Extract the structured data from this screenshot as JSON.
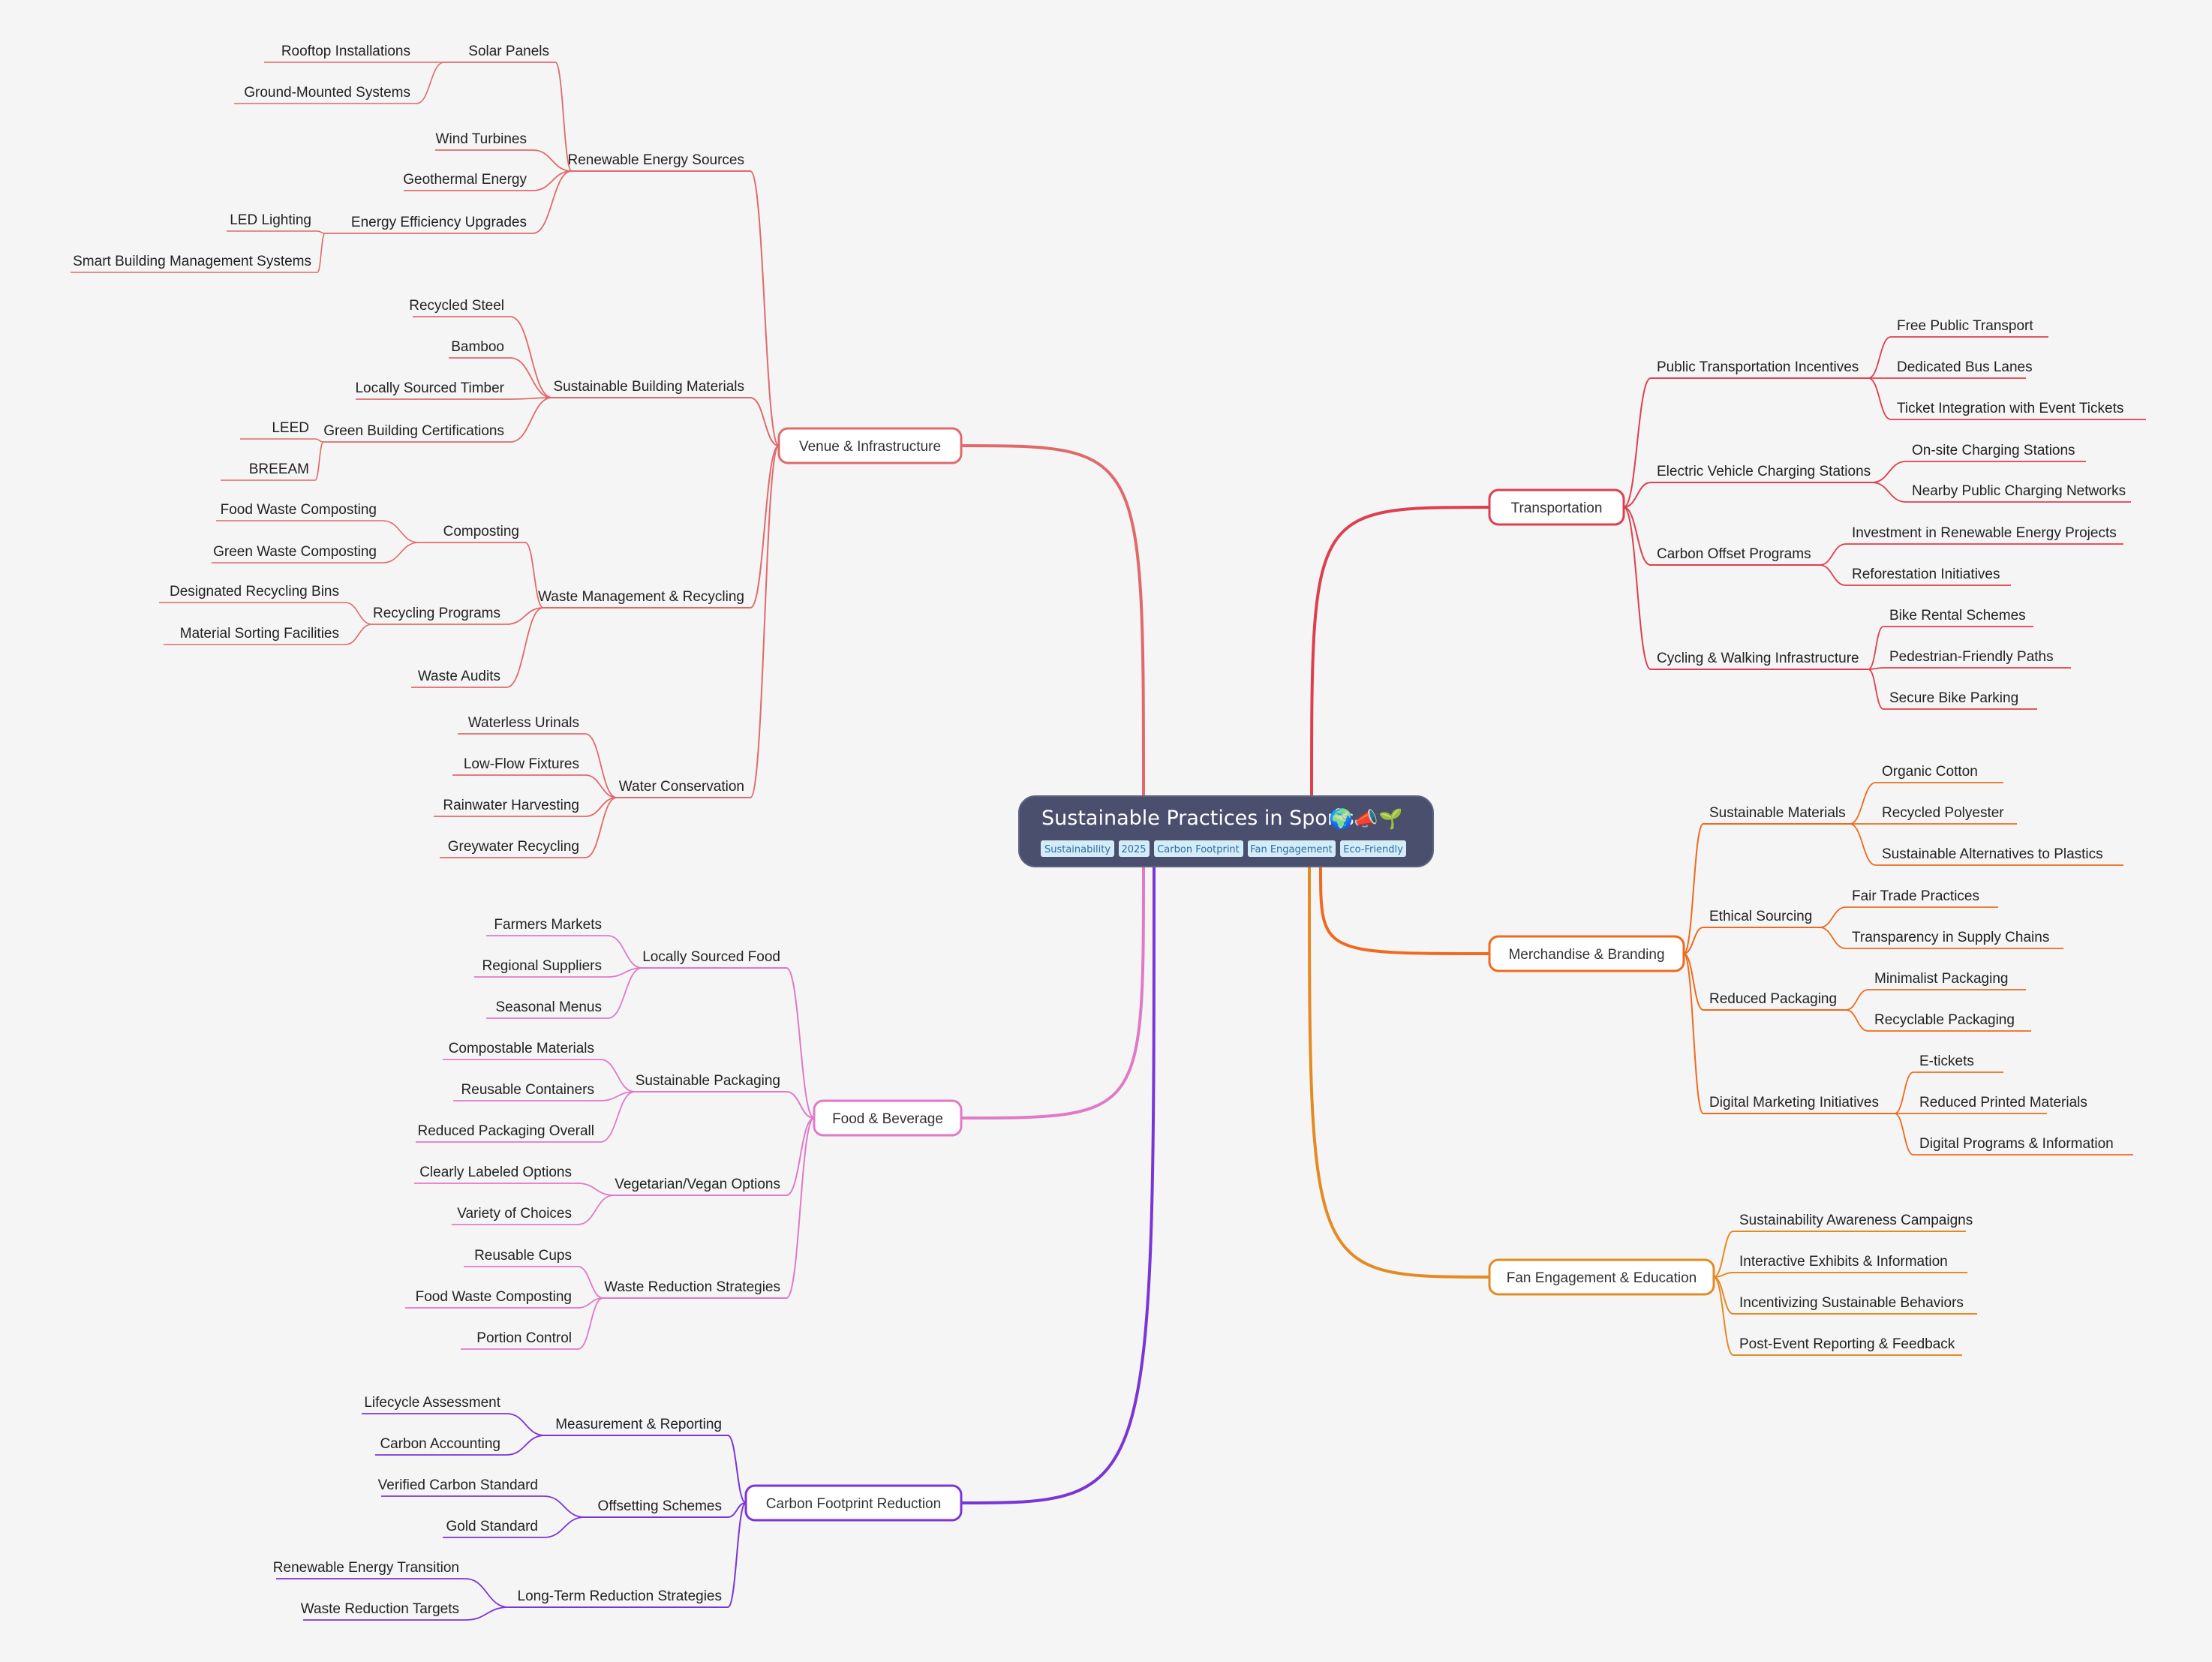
{
  "root": {
    "title": "Sustainable Practices in Sports",
    "emoji": [
      "🌍",
      "📣",
      "🌱"
    ],
    "tags": [
      "Sustainability",
      "2025",
      "Carbon Footprint",
      "Fan Engagement",
      "Eco-Friendly"
    ]
  },
  "branches": [
    {
      "label": "Venue & Infrastructure",
      "color": "#e06a6a",
      "children": [
        {
          "label": "Renewable Energy Sources",
          "children": [
            {
              "label": "Solar Panels",
              "children": [
                {
                  "label": "Rooftop Installations"
                },
                {
                  "label": "Ground-Mounted Systems"
                }
              ]
            },
            {
              "label": "Wind Turbines"
            },
            {
              "label": "Geothermal Energy"
            },
            {
              "label": "Energy Efficiency Upgrades",
              "children": [
                {
                  "label": "LED Lighting"
                },
                {
                  "label": "Smart Building Management Systems"
                }
              ]
            }
          ]
        },
        {
          "label": "Sustainable Building Materials",
          "children": [
            {
              "label": "Recycled Steel"
            },
            {
              "label": "Bamboo"
            },
            {
              "label": "Locally Sourced Timber"
            },
            {
              "label": "Green Building Certifications",
              "children": [
                {
                  "label": "LEED"
                },
                {
                  "label": "BREEAM"
                }
              ]
            }
          ]
        },
        {
          "label": "Waste Management & Recycling",
          "children": [
            {
              "label": "Composting",
              "children": [
                {
                  "label": "Food Waste Composting"
                },
                {
                  "label": "Green Waste Composting"
                }
              ]
            },
            {
              "label": "Recycling Programs",
              "children": [
                {
                  "label": "Designated Recycling Bins"
                },
                {
                  "label": "Material Sorting Facilities"
                }
              ]
            },
            {
              "label": "Waste Audits"
            }
          ]
        },
        {
          "label": "Water Conservation",
          "children": [
            {
              "label": "Waterless Urinals"
            },
            {
              "label": "Low-Flow Fixtures"
            },
            {
              "label": "Rainwater Harvesting"
            },
            {
              "label": "Greywater Recycling"
            }
          ]
        }
      ]
    },
    {
      "label": "Food & Beverage",
      "color": "#e07ac8",
      "children": [
        {
          "label": "Locally Sourced Food",
          "children": [
            {
              "label": "Farmers Markets"
            },
            {
              "label": "Regional Suppliers"
            },
            {
              "label": "Seasonal Menus"
            }
          ]
        },
        {
          "label": "Sustainable Packaging",
          "children": [
            {
              "label": "Compostable Materials"
            },
            {
              "label": "Reusable Containers"
            },
            {
              "label": "Reduced Packaging Overall"
            }
          ]
        },
        {
          "label": "Vegetarian/Vegan Options",
          "children": [
            {
              "label": "Clearly Labeled Options"
            },
            {
              "label": "Variety of Choices"
            }
          ]
        },
        {
          "label": "Waste Reduction Strategies",
          "children": [
            {
              "label": "Reusable Cups"
            },
            {
              "label": "Food Waste Composting"
            },
            {
              "label": "Portion Control"
            }
          ]
        }
      ]
    },
    {
      "label": "Carbon Footprint Reduction",
      "color": "#7b35d6",
      "children": [
        {
          "label": "Measurement & Reporting",
          "children": [
            {
              "label": "Lifecycle Assessment"
            },
            {
              "label": "Carbon Accounting"
            }
          ]
        },
        {
          "label": "Offsetting Schemes",
          "children": [
            {
              "label": "Verified Carbon Standard"
            },
            {
              "label": "Gold Standard"
            }
          ]
        },
        {
          "label": "Long-Term Reduction Strategies",
          "children": [
            {
              "label": "Renewable Energy Transition"
            },
            {
              "label": "Waste Reduction Targets"
            }
          ]
        }
      ]
    },
    {
      "label": "Transportation",
      "color": "#de3f4e",
      "children": [
        {
          "label": "Public Transportation Incentives",
          "children": [
            {
              "label": "Free Public Transport"
            },
            {
              "label": "Dedicated Bus Lanes"
            },
            {
              "label": "Ticket Integration with Event Tickets"
            }
          ]
        },
        {
          "label": "Electric Vehicle Charging Stations",
          "children": [
            {
              "label": "On-site Charging Stations"
            },
            {
              "label": "Nearby Public Charging Networks"
            }
          ]
        },
        {
          "label": "Carbon Offset Programs",
          "children": [
            {
              "label": "Investment in Renewable Energy Projects"
            },
            {
              "label": "Reforestation Initiatives"
            }
          ]
        },
        {
          "label": "Cycling & Walking Infrastructure",
          "children": [
            {
              "label": "Bike Rental Schemes"
            },
            {
              "label": "Pedestrian-Friendly Paths"
            },
            {
              "label": "Secure Bike Parking"
            }
          ]
        }
      ]
    },
    {
      "label": "Merchandise & Branding",
      "color": "#ef6a1f",
      "children": [
        {
          "label": "Sustainable Materials",
          "children": [
            {
              "label": "Organic Cotton"
            },
            {
              "label": "Recycled Polyester"
            },
            {
              "label": "Sustainable Alternatives to Plastics"
            }
          ]
        },
        {
          "label": "Ethical Sourcing",
          "children": [
            {
              "label": "Fair Trade Practices"
            },
            {
              "label": "Transparency in Supply Chains"
            }
          ]
        },
        {
          "label": "Reduced Packaging",
          "children": [
            {
              "label": "Minimalist Packaging"
            },
            {
              "label": "Recyclable Packaging"
            }
          ]
        },
        {
          "label": "Digital Marketing Initiatives",
          "children": [
            {
              "label": "E-tickets"
            },
            {
              "label": "Reduced Printed Materials"
            },
            {
              "label": "Digital Programs & Information"
            }
          ]
        }
      ]
    },
    {
      "label": "Fan Engagement & Education",
      "color": "#e58a22",
      "children": [
        {
          "label": "Sustainability Awareness Campaigns"
        },
        {
          "label": "Interactive Exhibits & Information"
        },
        {
          "label": "Incentivizing Sustainable Behaviors"
        },
        {
          "label": "Post-Event Reporting & Feedback"
        }
      ]
    }
  ]
}
